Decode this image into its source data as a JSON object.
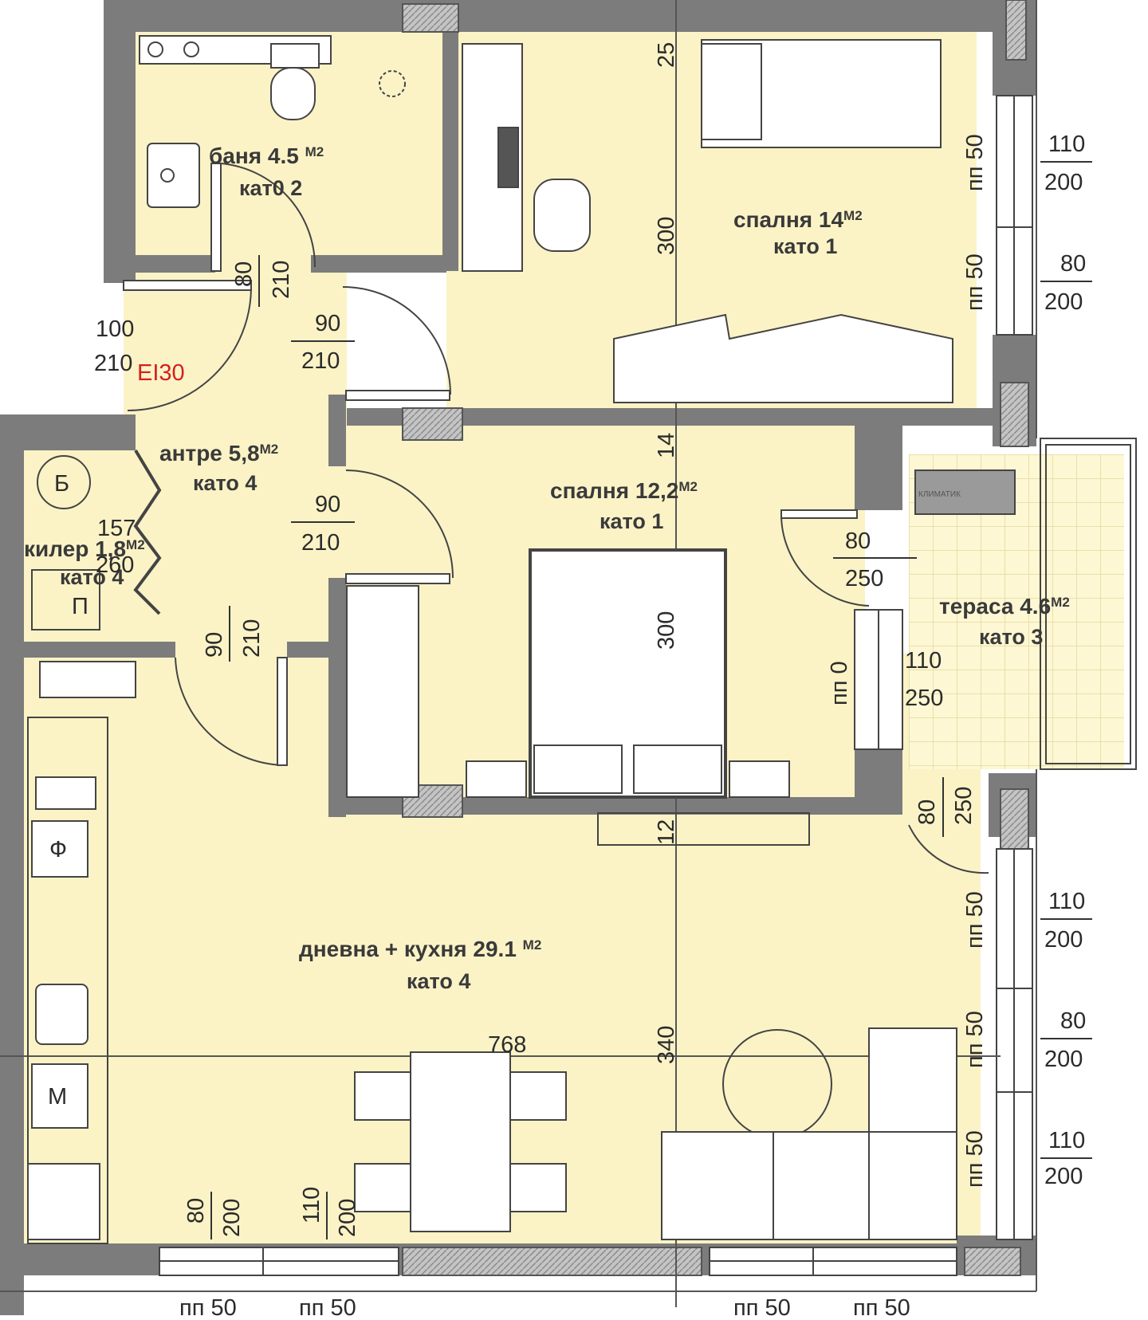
{
  "colors": {
    "wall": "#7c7c7c",
    "floor": "#fbf3c6",
    "column": "#bdbdbd",
    "line": "#333333",
    "terrace_grid": "#e0d8a8"
  },
  "rooms": [
    {
      "key": "bathroom",
      "name": "баня 4.5",
      "unit": "M2",
      "floor": "кат0 2"
    },
    {
      "key": "bedroom1",
      "name": "спалня 14",
      "unit": "M2",
      "floor": "като 1"
    },
    {
      "key": "hall",
      "name": "антре 5,8",
      "unit": "M2",
      "floor": "като 4"
    },
    {
      "key": "bedroom2",
      "name": "спалня 12,2",
      "unit": "M2",
      "floor": "като 1"
    },
    {
      "key": "pantry",
      "name": "килер 1,8",
      "unit": "M2",
      "floor": "като 4"
    },
    {
      "key": "terrace",
      "name": "тераса 4.6",
      "unit": "M2",
      "floor": "като 3"
    },
    {
      "key": "living",
      "name": "дневна + кухня 29.1",
      "unit": "M2",
      "floor": "като 4"
    }
  ],
  "dimensions": [
    "25",
    "300",
    "14",
    "300",
    "12",
    "340",
    "768",
    "90",
    "210",
    "90",
    "210",
    "90",
    "210",
    "80",
    "210",
    "100",
    "210",
    "EI30",
    "157",
    "260",
    "80",
    "250",
    "80",
    "250",
    "110",
    "200",
    "80",
    "200",
    "110",
    "200",
    "80",
    "200",
    "110",
    "200",
    "110",
    "250",
    "80",
    "200",
    "110",
    "200",
    "пп 0",
    "пп 50",
    "пп 50",
    "пп 50",
    "пп 50",
    "пп 50",
    "пп 50",
    "пп 50",
    "пп 50",
    "пп 50"
  ],
  "fixtures": {
    "climate": "КЛИМАТИК",
    "fridge": "Ф",
    "washer": "М",
    "boiler": "Б",
    "shelf": "П"
  }
}
